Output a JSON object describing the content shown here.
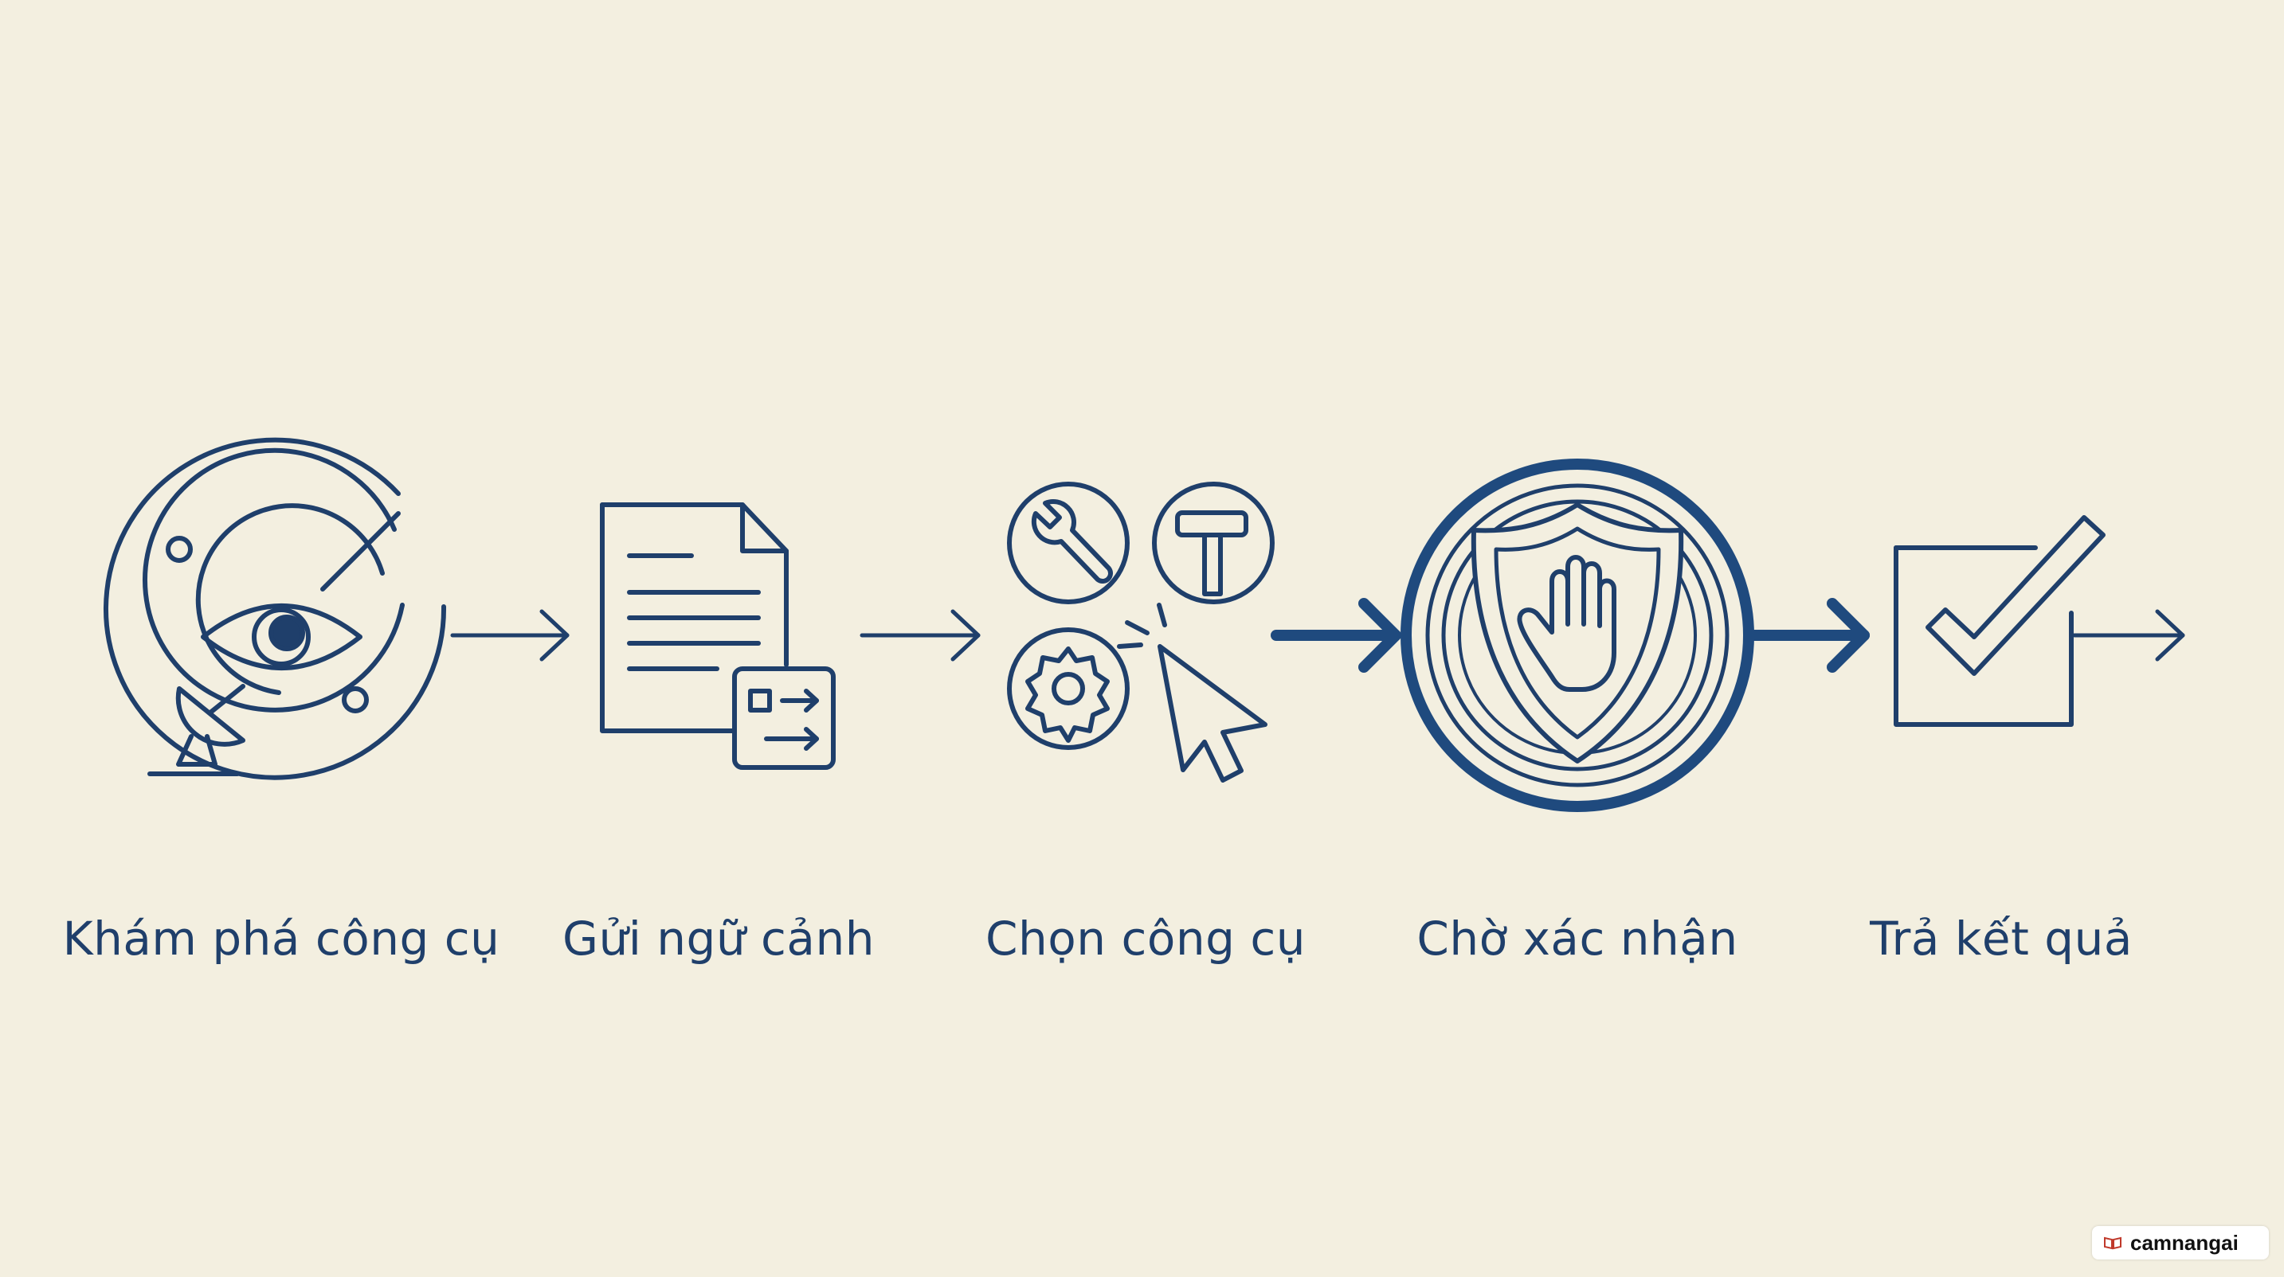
{
  "colors": {
    "background": "#f3efe0",
    "ink": "#1f3f6b",
    "accent": "#1f4a7e"
  },
  "steps": [
    {
      "label": "Khám phá công cụ",
      "icon": "radar-eye-satellite-icon"
    },
    {
      "label": "Gửi ngữ cảnh",
      "icon": "document-send-icon"
    },
    {
      "label": "Chọn công cụ",
      "icon": "tools-cursor-icon"
    },
    {
      "label": "Chờ xác nhận",
      "icon": "shield-hand-icon"
    },
    {
      "label": "Trả kết quả",
      "icon": "checkbox-check-icon"
    }
  ],
  "watermark": {
    "text": "camnangai",
    "icon": "book-icon"
  }
}
